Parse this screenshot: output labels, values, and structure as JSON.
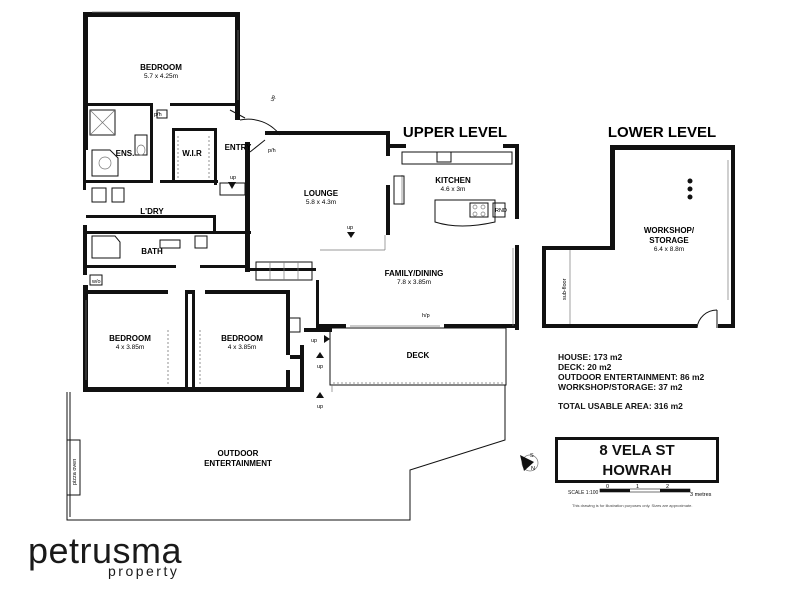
{
  "levels": {
    "upper": "UPPER LEVEL",
    "lower": "LOWER LEVEL"
  },
  "rooms": {
    "bedroom_master": {
      "name": "BEDROOM",
      "dims": "5.7 x 4.25m"
    },
    "ensuite": {
      "name": "ENS."
    },
    "wir": {
      "name": "W.I.R"
    },
    "entry": {
      "name": "ENTRY"
    },
    "lounge": {
      "name": "LOUNGE",
      "dims": "5.8 x 4.3m"
    },
    "kitchen": {
      "name": "KITCHEN",
      "dims": "4.6 x 3m"
    },
    "laundry": {
      "name": "L'DRY"
    },
    "bath": {
      "name": "BATH"
    },
    "family": {
      "name": "FAMILY/DINING",
      "dims": "7.8 x 3.85m"
    },
    "bedroom_2": {
      "name": "BEDROOM",
      "dims": "4 x 3.85m"
    },
    "bedroom_3": {
      "name": "BEDROOM",
      "dims": "4 x 3.85m"
    },
    "deck": {
      "name": "DECK"
    },
    "outdoor": {
      "name": "OUTDOOR",
      "name2": "ENTERTAINMENT"
    },
    "workshop": {
      "name": "WORKSHOP/",
      "name2": "STORAGE",
      "dims": "6.4 x 8.8m"
    }
  },
  "annotations": {
    "up": "up",
    "ph": "p/h",
    "wo": "w/o",
    "hp": "h/p",
    "rnd": "RND",
    "subfloor": "sub-floor",
    "pizza_oven": "pizza oven"
  },
  "summary": {
    "house": "HOUSE: 173 m2",
    "deck": "DECK: 20 m2",
    "outdoor": "OUTDOOR ENTERTAINMENT: 86 m2",
    "workshop": "WORKSHOP/STORAGE: 37 m2",
    "total": "TOTAL USABLE AREA: 316 m2"
  },
  "address": {
    "line1": "8 VELA ST",
    "line2": "HOWRAH"
  },
  "scale": {
    "label": "SCALE 1:100",
    "ticks": [
      "0",
      "1",
      "2",
      "3 metres"
    ]
  },
  "disclaimer": "This drawing is for illustration purposes only. Sizes are approximate.",
  "compass": {
    "n": "N",
    "s": "S"
  },
  "brand": {
    "name": "petrusma",
    "tagline": "property"
  }
}
